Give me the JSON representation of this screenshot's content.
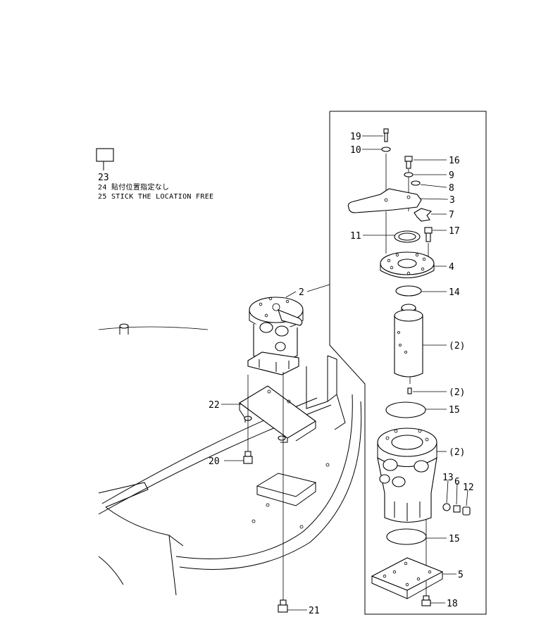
{
  "legend": {
    "box_label": "23",
    "line24": "24 貼付位置指定なし",
    "line25": "25 STICK THE LOCATION FREE"
  },
  "callouts": {
    "p19": "19",
    "p10": "10",
    "p16": "16",
    "p9": "9",
    "p8": "8",
    "p3": "3",
    "p7": "7",
    "p11": "11",
    "p17": "17",
    "p4": "4",
    "p14": "14",
    "p2_body": "(2)",
    "p2_pin": "(2)",
    "p15_top": "15",
    "p2_base": "(2)",
    "p13": "13",
    "p6": "6",
    "p12": "12",
    "p15_bot": "15",
    "p5": "5",
    "p18": "18",
    "p2": "2",
    "p22": "22",
    "p20": "20",
    "p21": "21"
  }
}
